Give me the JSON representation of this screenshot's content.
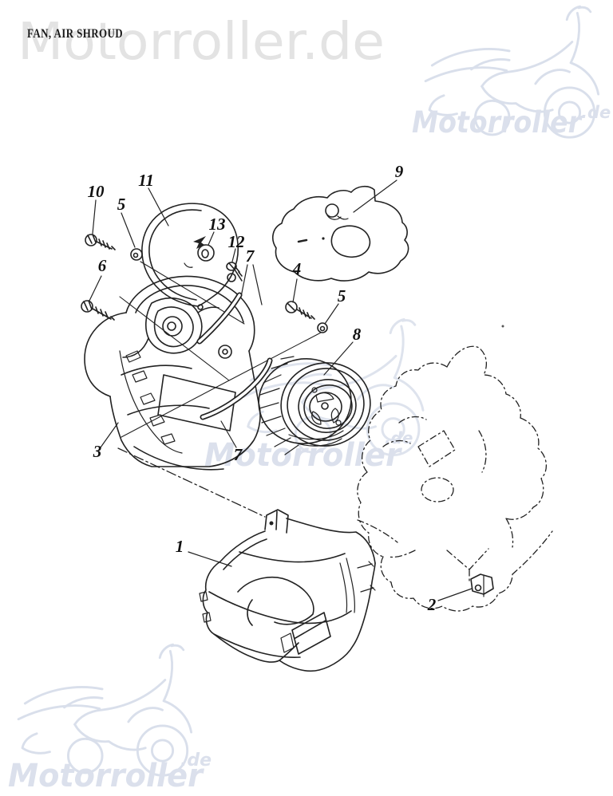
{
  "title": "FAN, AIR SHROUD",
  "watermark": {
    "top_text": "Motorroller.de",
    "brand": "Motorroller",
    "suffix": ".de",
    "top_text_color": "#e3e3e3",
    "logo_color": "#d9dfeb",
    "brand_color": "#dbe0ec"
  },
  "diagram": {
    "line_color": "#222222",
    "callout_color": "#111111",
    "callouts": [
      "10",
      "5",
      "11",
      "13",
      "12",
      "7",
      "6",
      "4",
      "5",
      "8",
      "9",
      "3",
      "7",
      "1",
      "2"
    ]
  }
}
